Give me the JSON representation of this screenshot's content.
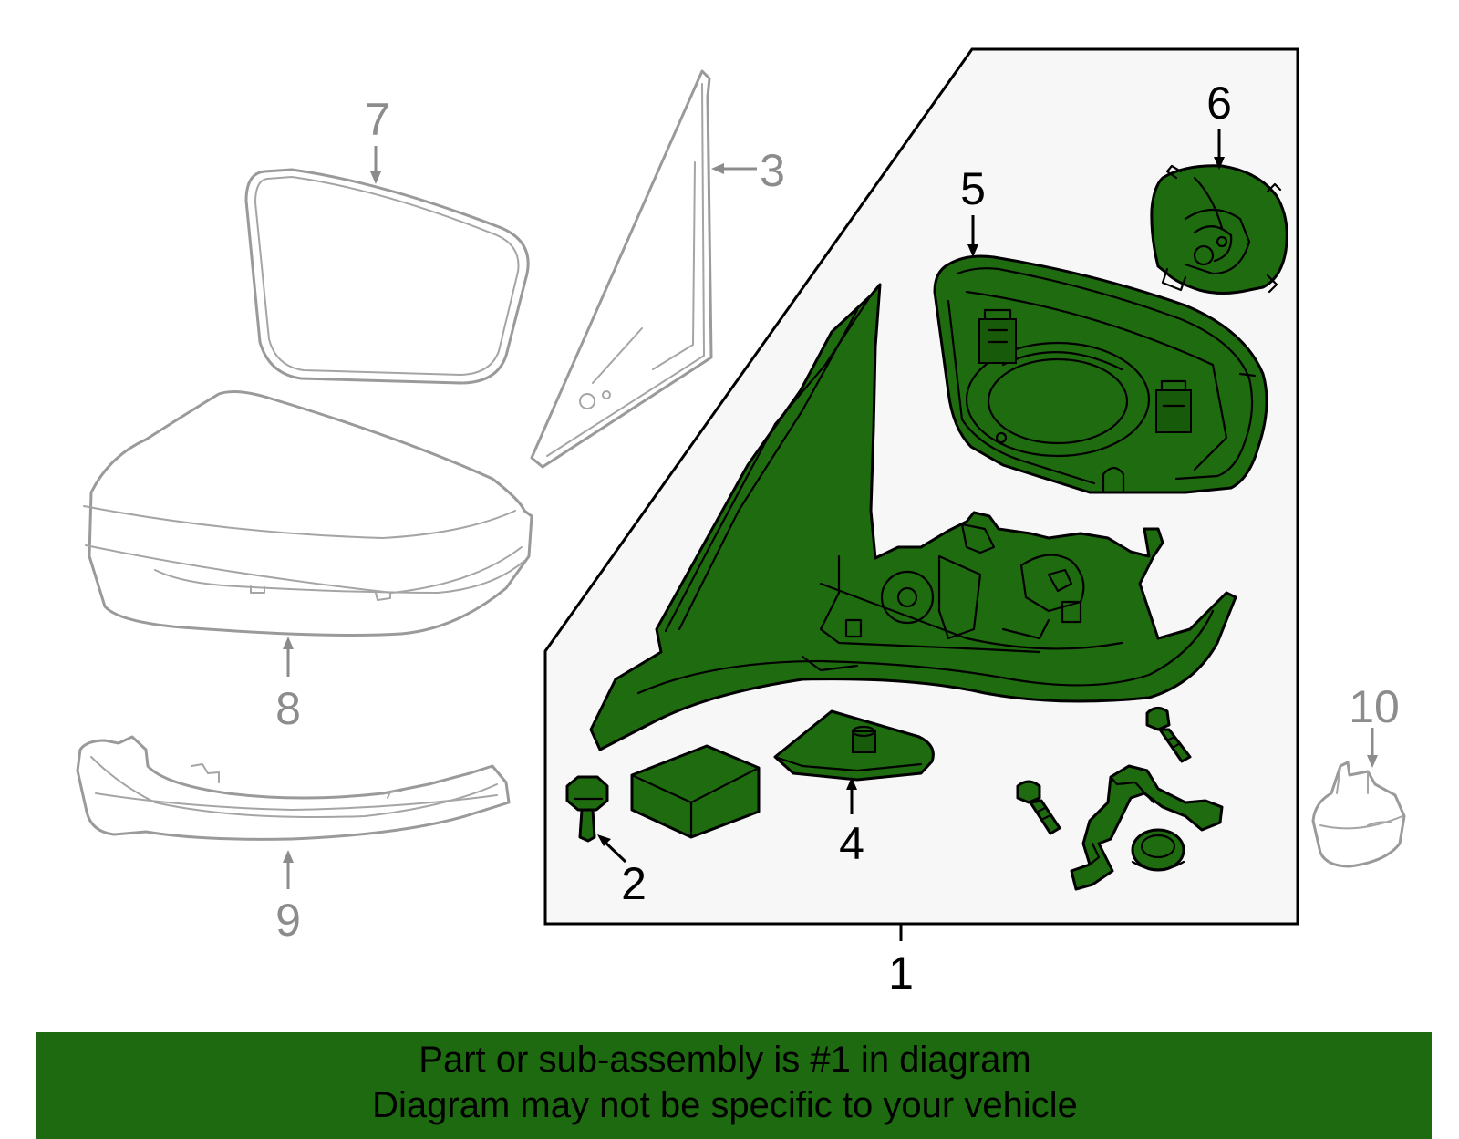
{
  "callouts": {
    "c1": "1",
    "c2": "2",
    "c3": "3",
    "c4": "4",
    "c5": "5",
    "c6": "6",
    "c7": "7",
    "c8": "8",
    "c9": "9",
    "c10": "10"
  },
  "banner": {
    "line1": "Part or sub-assembly is #1 in diagram",
    "line2": "Diagram may not be specific to your vehicle"
  },
  "colors": {
    "highlight": "#1f6b0f",
    "banner": "#1e6a10",
    "outline_gray": "#9a9a9a"
  }
}
